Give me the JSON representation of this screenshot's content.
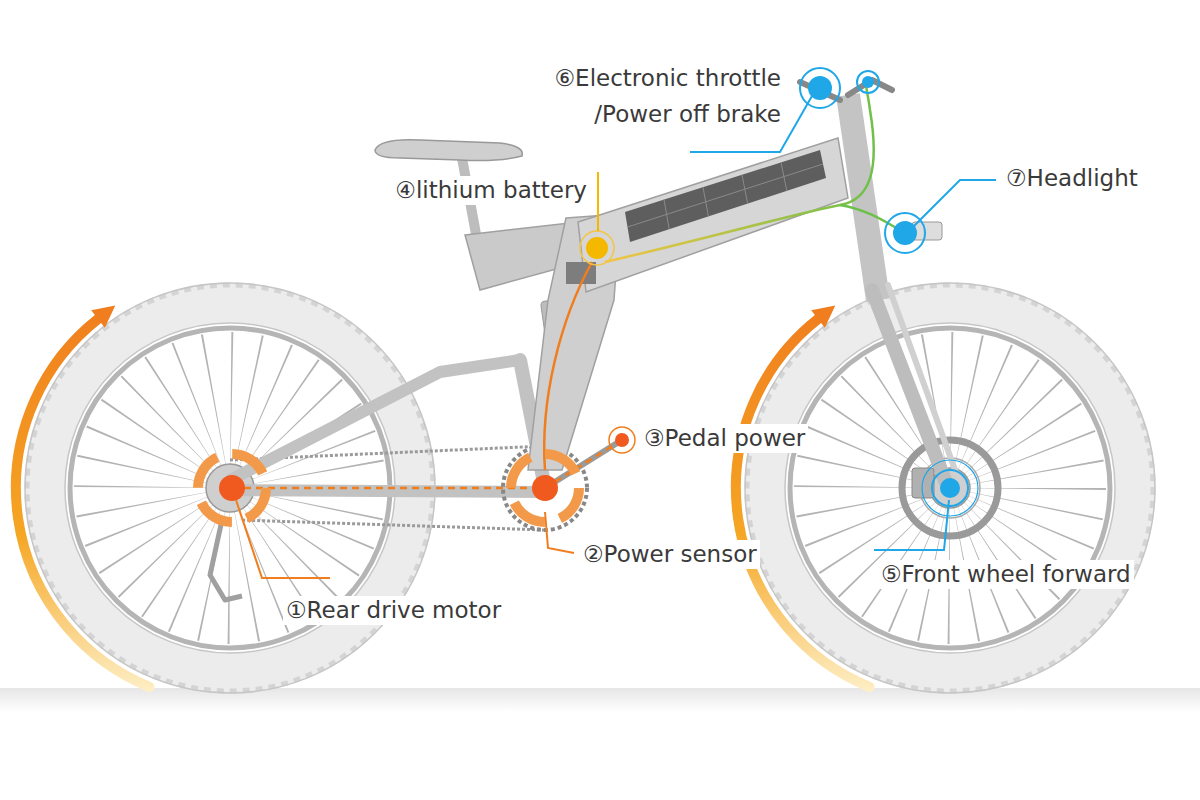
{
  "diagram": {
    "labels": [
      "①Rear drive motor",
      "②Power sensor",
      "③Pedal power",
      "④lithium battery",
      "⑤Front wheel forward",
      "⑥Electronic throttle /Power off brake",
      "⑦Headlight"
    ]
  }
}
